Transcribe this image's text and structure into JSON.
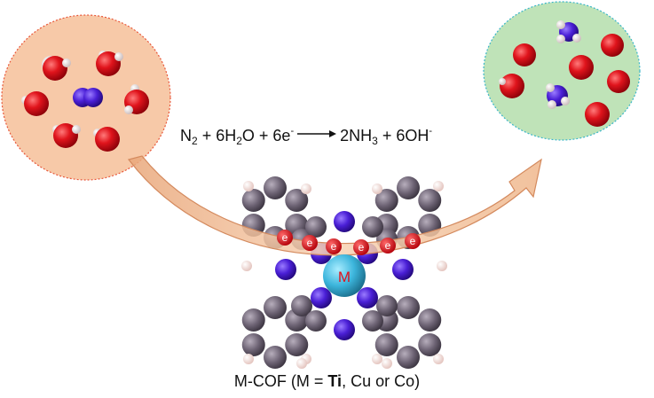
{
  "equation": {
    "n2_main": "N",
    "n2_sub": "2",
    "plus1": " + 6H",
    "h2o_sub": "2",
    "h2o_tail": "O + 6e",
    "e_sup": "-",
    "nh3_head": "2NH",
    "nh3_sub": "3",
    "tail": " + 6OH",
    "oh_sup": "-"
  },
  "caption": {
    "prefix": "M-COF (M = ",
    "bold_metal": "Ti",
    "suffix": ", Cu or Co)"
  },
  "metal_center_label": "M",
  "electron_label": "e",
  "colors": {
    "reactant_bubble": "#f7c9a8",
    "product_bubble": "#bfe3b8",
    "reactant_border": "#e8573a",
    "product_border": "#3ab6c8",
    "oxygen": "#e0141c",
    "hydrogen": "#f4f4f4",
    "nitrogen": "#4a1fd6",
    "carbon": "#6e6475",
    "metal": "#3cb5dc",
    "arrow": "#f0b98e"
  }
}
